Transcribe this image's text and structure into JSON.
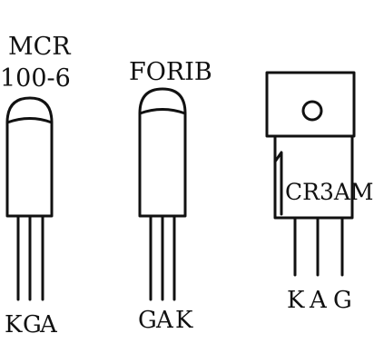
{
  "components": [
    {
      "id": "mcr",
      "name_lines": [
        "MCR",
        "100-6"
      ],
      "pins": [
        "K",
        "G",
        "A"
      ]
    },
    {
      "id": "forib",
      "name_lines": [
        "FORIB"
      ],
      "pins": [
        "G",
        "A",
        "K"
      ]
    },
    {
      "id": "cr3am",
      "body_marking": "CR3AM",
      "pins": [
        "K",
        "A",
        "G"
      ]
    }
  ]
}
